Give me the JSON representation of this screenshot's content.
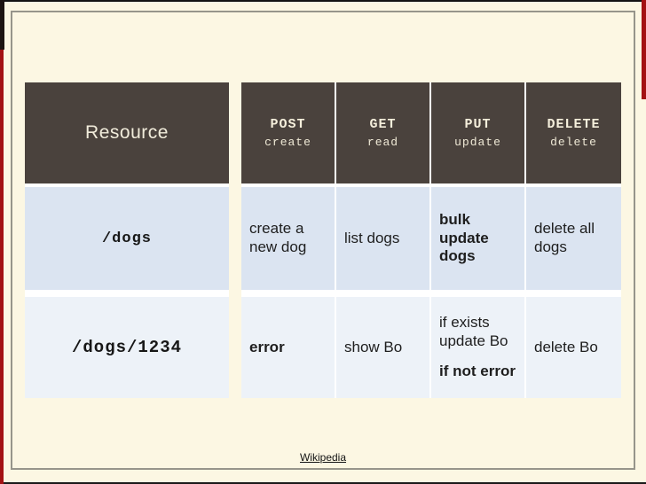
{
  "table": {
    "resource_header": "Resource",
    "methods": [
      {
        "name": "POST",
        "verb": "create"
      },
      {
        "name": "GET",
        "verb": "read"
      },
      {
        "name": "PUT",
        "verb": "update"
      },
      {
        "name": "DELETE",
        "verb": "delete"
      }
    ],
    "rows": [
      {
        "resource": "/dogs",
        "cells": [
          {
            "text": "create a new dog"
          },
          {
            "text": "list dogs"
          },
          {
            "text": "bulk update dogs"
          },
          {
            "text": "delete all dogs"
          }
        ]
      },
      {
        "resource": "/dogs/1234",
        "cells": [
          {
            "text": "error"
          },
          {
            "text": "show Bo"
          },
          {
            "line1": "if exists update Bo",
            "line2": "if not error"
          },
          {
            "text": "delete Bo"
          }
        ]
      }
    ]
  },
  "footer": {
    "link_label": "Wikipedia"
  },
  "colors": {
    "slide_background": "#fcf7e3",
    "header_background": "#4a423d",
    "header_text": "#f5efdc",
    "row1_background": "#dbe4f1",
    "row2_background": "#edf2f8",
    "frame_border": "#97958b",
    "edge_red": "#a31113"
  }
}
